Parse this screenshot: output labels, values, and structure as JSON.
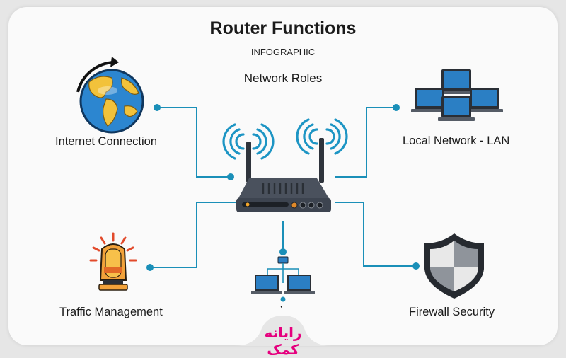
{
  "header": {
    "title": "Router Functions",
    "subtitle": "INFOGRAPHIC",
    "heading": "Network Roles"
  },
  "nodes": {
    "internet": "Internet Connection",
    "lan": "Local Network - LAN",
    "traffic": "Traffic Management",
    "firewall": "Firewall Security",
    "switching": "ʼ"
  },
  "brand": {
    "text": "رایانه کمک",
    "accent_color": "#e5007e"
  },
  "colors": {
    "connector": "#1a8fb8",
    "wifi": "#1d95c4",
    "router": "#3d4450"
  }
}
